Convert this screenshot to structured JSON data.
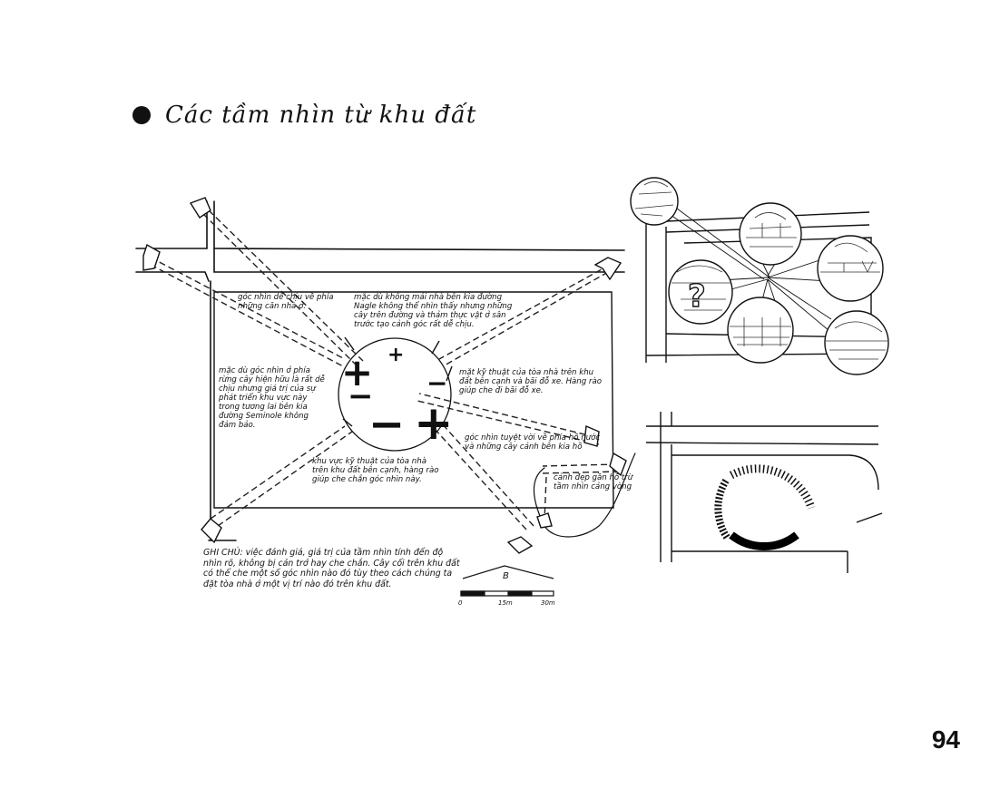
{
  "title": "Các tầm nhìn từ khu đất",
  "page_number": "94",
  "notes": {
    "tl": "góc nhìn dễ chịu về phía những căn nhà ở.",
    "top": "mặc dù không mái nhà bên kia đường Nagle không thể nhìn thấy nhưng những cây trên đường và thảm thực vật ở sân trước tạo cảnh góc rất dễ chịu.",
    "left": "mặc dù góc nhìn ở phía rừng cây hiện hữu là rất dễ chịu nhưng giá trị của sự phát triển khu vực này trong tương lai bên kia đường Seminole không đảm bảo.",
    "right": "mặt kỹ thuật của tòa nhà trên khu đất bên cạnh và bãi đỗ xe. Hàng rào giúp che đi bãi đỗ xe.",
    "lake": "góc nhìn tuyệt vời về phía hồ nước và những cây cảnh bên kia hồ",
    "bottom": "khu vực kỹ thuật của tòa nhà trên khu đất bên cạnh, hàng rào giúp che chắn góc nhìn này.",
    "tree": "cảnh đẹp gần hồ trừ tầm nhìn cảng vòng",
    "footer": "GHI CHÚ: việc đánh giá, giá trị của tầm nhìn tính đến độ nhìn rõ, không bị cản trở hay che chắn. Cây cối trên khu đất có thể che một số góc nhìn nào đó tùy theo cách chúng ta đặt tòa nhà ở một vị trí nào đó trên khu đất."
  },
  "symbols": {
    "plus": "+",
    "minus": "−",
    "question": "?"
  },
  "scale": {
    "north": "B",
    "ticks": [
      "0",
      "15m",
      "30m"
    ]
  }
}
